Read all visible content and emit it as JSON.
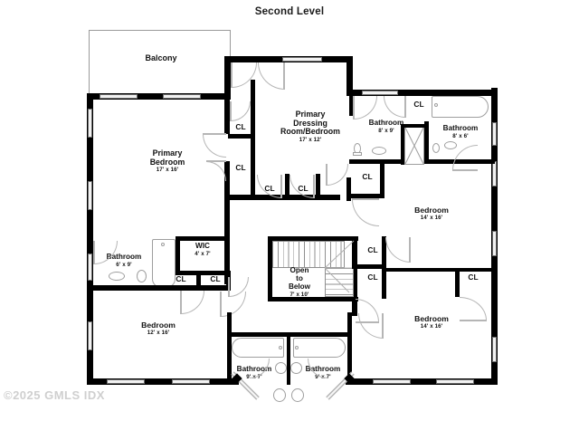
{
  "title": "Second Level",
  "watermark": "©2025 GMLS IDX",
  "labels": {
    "balcony": "Balcony",
    "closet": "CL"
  },
  "rooms": [
    {
      "id": "balcony",
      "name": "Balcony",
      "dim": ""
    },
    {
      "id": "primary-bedroom",
      "name": "Primary Bedroom",
      "dim": "17' x 16'"
    },
    {
      "id": "primary-dressing",
      "name": "Primary Dressing Room/Bedroom",
      "dim": "17' x 12'"
    },
    {
      "id": "bathroom-8x9",
      "name": "Bathroom",
      "dim": "8' x 9'"
    },
    {
      "id": "bathroom-8x6",
      "name": "Bathroom",
      "dim": "8' x 6'"
    },
    {
      "id": "bedroom-right-top",
      "name": "Bedroom",
      "dim": "14' x 16'"
    },
    {
      "id": "bathroom-6x9",
      "name": "Bathroom",
      "dim": "6' x 9'"
    },
    {
      "id": "wic",
      "name": "WIC",
      "dim": "4' x 7'"
    },
    {
      "id": "open-to-below",
      "name": "Open to Below",
      "dim": "7' x 10'"
    },
    {
      "id": "bedroom-left-bot",
      "name": "Bedroom",
      "dim": "12' x 16'"
    },
    {
      "id": "bedroom-right-bot",
      "name": "Bedroom",
      "dim": "14' x 16'"
    },
    {
      "id": "bathroom-bot-left",
      "name": "Bathroom",
      "dim": "9' x 7'"
    },
    {
      "id": "bathroom-bot-right",
      "name": "Bathroom",
      "dim": "9' x 7'"
    }
  ],
  "room_text": {
    "primary_bedroom_l1": "Primary",
    "primary_bedroom_l2": "Bedroom",
    "primary_bedroom_dim": "17' x 16'",
    "dressing_l1": "Primary",
    "dressing_l2": "Dressing",
    "dressing_l3": "Room/Bedroom",
    "dressing_dim": "17' x 12'",
    "bath89_name": "Bathroom",
    "bath89_dim": "8' x 9'",
    "bath86_name": "Bathroom",
    "bath86_dim": "8' x 6'",
    "bedroom_rt_name": "Bedroom",
    "bedroom_rt_dim": "14' x 16'",
    "bath69_name": "Bathroom",
    "bath69_dim": "6' x 9'",
    "wic_name": "WIC",
    "wic_dim": "4' x 7'",
    "open_l1": "Open",
    "open_l2": "to",
    "open_l3": "Below",
    "open_dim": "7' x 10'",
    "bedroom_lb_name": "Bedroom",
    "bedroom_lb_dim": "12' x 16'",
    "bedroom_rb_name": "Bedroom",
    "bedroom_rb_dim": "14' x 16'",
    "bath_bl_name": "Bathroom",
    "bath_bl_dim": "9' x 7'",
    "bath_br_name": "Bathroom",
    "bath_br_dim": "9' x 7'"
  },
  "closets": [
    {
      "id": "cl-dress-n",
      "label": "CL"
    },
    {
      "id": "cl-dress-w",
      "label": "CL"
    },
    {
      "id": "cl-dress-s1",
      "label": "CL"
    },
    {
      "id": "cl-dress-s2",
      "label": "CL"
    },
    {
      "id": "cl-bath-top",
      "label": "CL"
    },
    {
      "id": "cl-hall-e",
      "label": "CL"
    },
    {
      "id": "cl-stair-n",
      "label": "CL"
    },
    {
      "id": "cl-stair-s",
      "label": "CL"
    },
    {
      "id": "cl-far-right",
      "label": "CL"
    },
    {
      "id": "cl-wic-1",
      "label": "CL"
    },
    {
      "id": "cl-wic-2",
      "label": "CL"
    }
  ],
  "colors": {
    "wall": "#000000",
    "thin_wall": "#9a9a9a",
    "window_fill": "#f2f2f2",
    "background": "#ffffff",
    "text": "#111111",
    "watermark": "#cfcfcf"
  }
}
